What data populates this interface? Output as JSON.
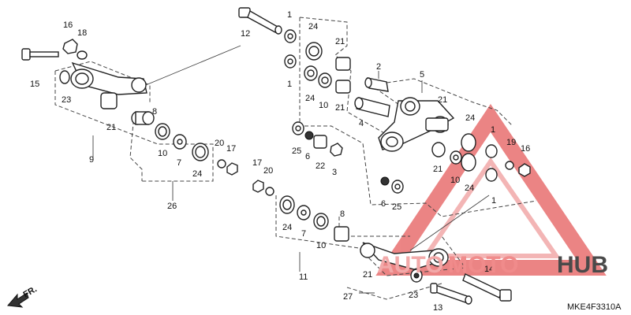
{
  "diagram": {
    "code": "MKE4F3310A",
    "direction_label": "FR.",
    "watermark": {
      "text_a": "AUTO",
      "text_b": "MOTO",
      "text_c": "HUB",
      "color_a": "#f2a9a9",
      "color_b": "#f08b8b",
      "color_c": "#4a4a4a",
      "triangle_color": "#e55c5c"
    },
    "part_numbers": [
      "1",
      "2",
      "3",
      "4",
      "5",
      "6",
      "7",
      "8",
      "9",
      "10",
      "11",
      "12",
      "13",
      "14",
      "15",
      "16",
      "17",
      "18",
      "19",
      "20",
      "21",
      "22",
      "23",
      "24",
      "25",
      "26",
      "27"
    ]
  }
}
